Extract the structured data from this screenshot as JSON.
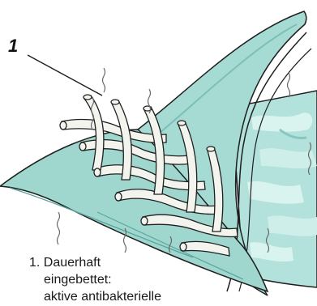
{
  "callout": {
    "number": "1"
  },
  "caption": {
    "number": "1.",
    "lines": [
      "Dauerhaft",
      "eingebettet:",
      "aktive antibakterielle"
    ]
  },
  "colors": {
    "fabric_teal": "#9fd7cf",
    "fabric_teal_dark": "#5aa59c",
    "camo_light": "#c9ece7",
    "fiber_white": "#f4f4ef",
    "outline": "#1f1f1f",
    "moisture": "#666666"
  }
}
